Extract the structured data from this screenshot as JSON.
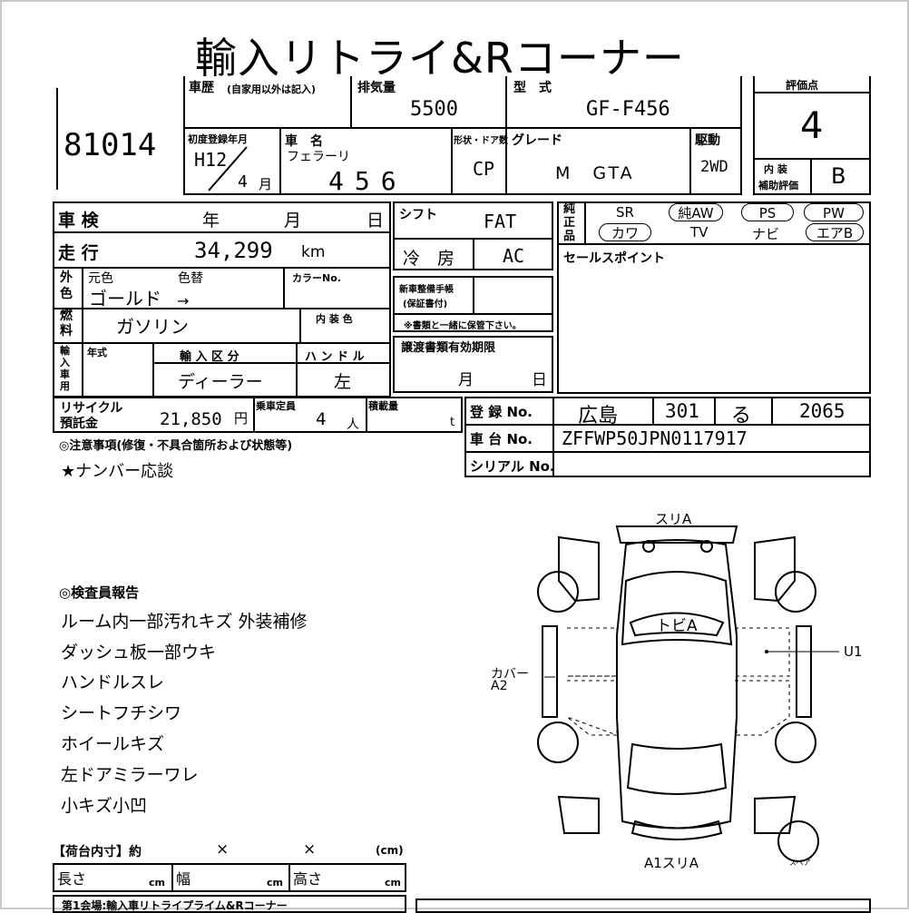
{
  "title": "輸入リトライ&Rコーナー",
  "lot_number": "81014",
  "header": {
    "history_label": "車歴",
    "history_note": "(自家用以外は記入)",
    "displacement_label": "排気量",
    "displacement": "5500",
    "model_label": "型　式",
    "model": "GF-F456",
    "score_label": "評価点",
    "score": "4",
    "first_reg_label": "初度登録年月",
    "first_reg_year": "H12",
    "first_reg_month": "4",
    "first_reg_month_unit": "月",
    "car_name_label": "車　名",
    "car_make": "フェラーリ",
    "car_name": "456",
    "body_label": "形状・ドア数",
    "body": "CP",
    "grade_label": "グレード",
    "grade": "M　GTA",
    "drive_label": "駆動",
    "drive": "2WD",
    "interior_label_1": "内 装",
    "interior_label_2": "補助評価",
    "interior_score": "B"
  },
  "inspection": {
    "shaken_label": "車 検",
    "year_label": "年",
    "month_label": "月",
    "day_label": "日",
    "shift_label": "シフト",
    "shift": "FAT",
    "mileage_label": "走 行",
    "mileage": "34,299",
    "mileage_unit": "km",
    "ac_label": "冷　房",
    "ac": "AC",
    "exterior_label": "外色",
    "orig_color_label": "元色",
    "repaint_label": "色替",
    "color": "ゴールド",
    "arrow": "→",
    "color_no_label": "カラーNo.",
    "fuel_label": "燃料",
    "fuel": "ガソリン",
    "interior_color_label": "内 装 色",
    "warranty_label_1": "新車整備手帳",
    "warranty_label_2": "(保証書付)",
    "warranty_note": "※書類と一緒に保管下さい。",
    "import_label": "輸入車用",
    "model_year_label": "年式",
    "import_type_label": "輸 入 区 分",
    "import_type": "ディーラー",
    "handle_label": "ハ ン ド ル",
    "handle": "左",
    "transfer_label": "譲渡書類有効期限",
    "transfer_month": "月",
    "transfer_day": "日",
    "recycle_label_1": "リサイクル",
    "recycle_label_2": "預託金",
    "recycle": "21,850",
    "recycle_unit": "円",
    "capacity_label": "乗車定員",
    "capacity": "4",
    "capacity_unit": "人",
    "load_label": "積載量",
    "load_unit": "t"
  },
  "equipment": {
    "label": "純正品",
    "items": [
      "SR",
      "純AW",
      "PS",
      "PW",
      "カワ",
      "TV",
      "ナビ",
      "エアB"
    ],
    "sales_point_label": "セールスポイント"
  },
  "registration": {
    "reg_label": "登 録 No.",
    "reg_area": "広島",
    "reg_class": "301",
    "reg_kana": "る",
    "reg_num": "2065",
    "chassis_label": "車 台 No.",
    "chassis": "ZFFWP50JPN0117917",
    "serial_label": "シリアル No."
  },
  "notes": {
    "label": "◎注意事項(修復・不具合箇所および状態等)",
    "text": "★ナンバー応談"
  },
  "inspector": {
    "label": "◎検査員報告",
    "lines": [
      "ルーム内一部汚れキズ 外装補修",
      "ダッシュ板一部ウキ",
      "ハンドルスレ",
      "シートフチシワ",
      "ホイールキズ",
      "左ドアミラーワレ",
      "小キズ小凹"
    ]
  },
  "diagram": {
    "top": "スリA",
    "roof": "トビA",
    "right": "U1",
    "left_1": "カバー",
    "left_2": "A2",
    "bottom": "A1スリA",
    "spare": "スペア"
  },
  "cargo": {
    "label": "【荷台内寸】約",
    "x1": "×",
    "x2": "×",
    "unit": "(cm)",
    "length_label": "長さ",
    "width_label": "幅",
    "height_label": "高さ",
    "cm": "cm",
    "footer": "第1会場:輸入車リトライプライム&Rコーナー"
  }
}
